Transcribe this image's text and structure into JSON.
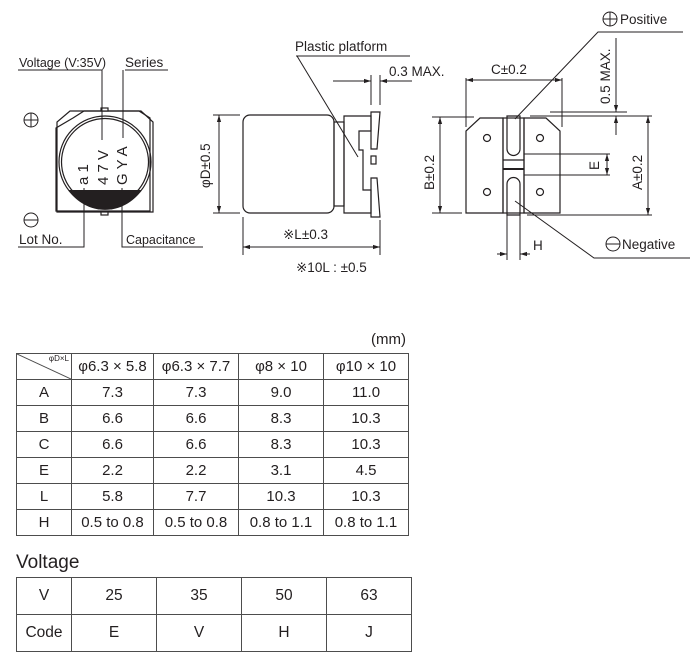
{
  "drawing_top": {
    "labels": {
      "voltage": "Voltage (V:35V)",
      "series": "Series",
      "lot_no": "Lot No.",
      "capacitance": "Capacitance",
      "marking_line1": "a 1",
      "marking_line2": "4 7 V",
      "marking_line3": "G Y A",
      "positive_symbol": "⊕",
      "negative_symbol": "⊖"
    }
  },
  "drawing_side": {
    "labels": {
      "plastic_platform": "Plastic platform",
      "max_03": "0.3 MAX.",
      "diameter": "φD±0.5",
      "length": "※L±0.3",
      "length_note": "※10L : ±0.5"
    }
  },
  "drawing_bottom": {
    "labels": {
      "positive": "Positive",
      "negative": "Negative",
      "c_dim": "C±0.2",
      "max_05": "0.5 MAX.",
      "b_dim": "B±0.2",
      "a_dim": "A±0.2",
      "e_dim": "E",
      "h_dim": "H"
    }
  },
  "dimensions_table": {
    "unit": "(mm)",
    "corner_label": "φD×L",
    "columns": [
      "φ6.3 × 5.8",
      "φ6.3 × 7.7",
      "φ8 × 10",
      "φ10 × 10"
    ],
    "rows": [
      {
        "label": "A",
        "values": [
          "7.3",
          "7.3",
          "9.0",
          "11.0"
        ]
      },
      {
        "label": "B",
        "values": [
          "6.6",
          "6.6",
          "8.3",
          "10.3"
        ]
      },
      {
        "label": "C",
        "values": [
          "6.6",
          "6.6",
          "8.3",
          "10.3"
        ]
      },
      {
        "label": "E",
        "values": [
          "2.2",
          "2.2",
          "3.1",
          "4.5"
        ]
      },
      {
        "label": "L",
        "values": [
          "5.8",
          "7.7",
          "10.3",
          "10.3"
        ]
      },
      {
        "label": "H",
        "values": [
          "0.5 to 0.8",
          "0.5 to 0.8",
          "0.8 to 1.1",
          "0.8 to 1.1"
        ]
      }
    ]
  },
  "voltage_table": {
    "title": "Voltage",
    "rows": [
      {
        "label": "V",
        "values": [
          "25",
          "35",
          "50",
          "63"
        ]
      },
      {
        "label": "Code",
        "values": [
          "E",
          "V",
          "H",
          "J"
        ]
      }
    ]
  },
  "colors": {
    "ink": "#231f20",
    "rule": "#4d4d4d"
  }
}
